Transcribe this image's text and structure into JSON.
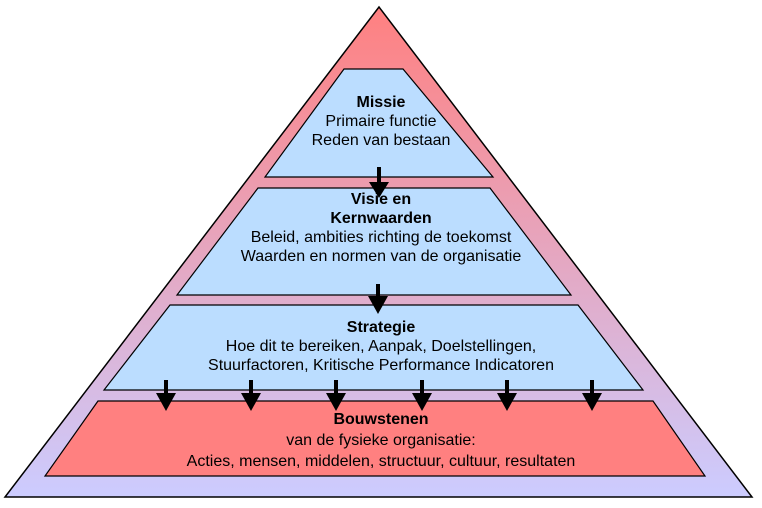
{
  "colors": {
    "pyramid_top": "#FF8080",
    "pyramid_bottom": "#CCCCFF",
    "layer_blue": "#BBDDFF",
    "layer_red": "#FF8080",
    "outline": "#000000",
    "arrow": "#000000"
  },
  "layers": [
    {
      "id": "missie",
      "title": "Missie",
      "lines": [
        "Primaire functie",
        "Reden van bestaan"
      ]
    },
    {
      "id": "visie",
      "title": "Visie en",
      "title2": "Kernwaarden",
      "lines": [
        "Beleid, ambities richting de toekomst",
        "Waarden en normen van de organisatie"
      ]
    },
    {
      "id": "strategie",
      "title": "Strategie",
      "lines": [
        "Hoe dit te bereiken, Aanpak, Doelstellingen,",
        "Stuurfactoren, Kritische Performance Indicatoren"
      ]
    },
    {
      "id": "bouwstenen",
      "title": "Bouwstenen",
      "lines": [
        "van de fysieke organisatie:",
        "Acties, mensen, middelen, structuur, cultuur, resultaten"
      ]
    }
  ],
  "arrows": {
    "missie_to_visie": 1,
    "visie_to_strategie": 1,
    "strategie_to_bouwstenen": 6
  }
}
